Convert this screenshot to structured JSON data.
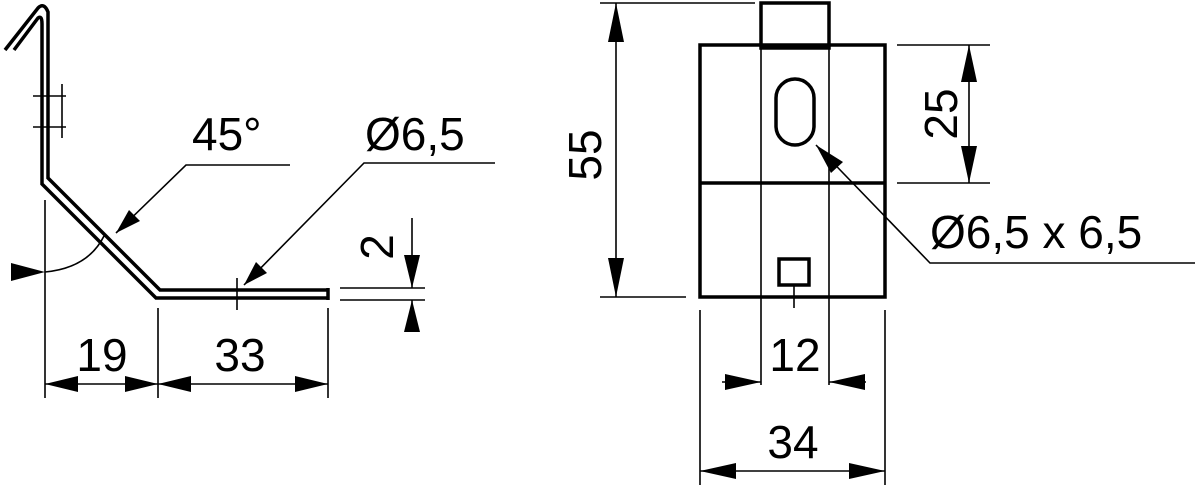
{
  "side_view": {
    "angle_label": "45°",
    "hole_label": "Ø6,5",
    "thickness_label": "2",
    "horizontal_offset_label": "19",
    "base_length_label": "33"
  },
  "front_view": {
    "height_label": "55",
    "slot_spacing_label": "25",
    "slot_label": "Ø6,5 x 6,5",
    "hole_spacing_label": "12",
    "width_label": "34"
  },
  "colors": {
    "line": "#000000",
    "background": "#ffffff"
  }
}
